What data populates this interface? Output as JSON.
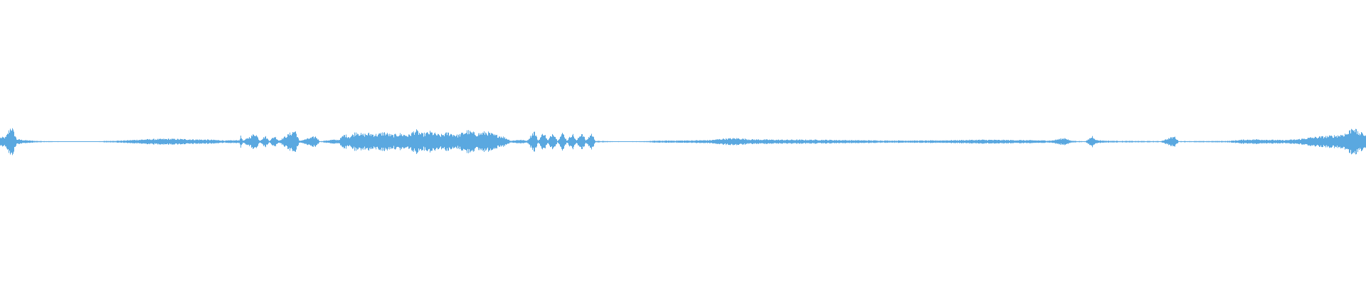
{
  "waveform": {
    "color": "#5aa8e0",
    "background": "#ffffff",
    "envelope": [
      [
        0.0,
        0.22
      ],
      [
        0.4,
        0.24
      ],
      [
        0.8,
        0.85
      ],
      [
        1.2,
        0.13
      ],
      [
        1.8,
        0.08
      ],
      [
        2.6,
        0.04
      ],
      [
        4.0,
        0.02
      ],
      [
        5.5,
        0.015
      ],
      [
        7.0,
        0.02
      ],
      [
        8.0,
        0.04
      ],
      [
        9.0,
        0.06
      ],
      [
        10.0,
        0.1
      ],
      [
        11.0,
        0.13
      ],
      [
        12.5,
        0.15
      ],
      [
        14.0,
        0.12
      ],
      [
        15.5,
        0.1
      ],
      [
        16.5,
        0.06
      ],
      [
        17.5,
        0.08
      ],
      [
        17.6,
        0.3
      ],
      [
        17.8,
        0.05
      ],
      [
        18.7,
        0.45
      ],
      [
        19.0,
        0.05
      ],
      [
        19.4,
        0.3
      ],
      [
        19.7,
        0.05
      ],
      [
        20.1,
        0.3
      ],
      [
        20.4,
        0.05
      ],
      [
        21.6,
        0.62
      ],
      [
        21.9,
        0.04
      ],
      [
        23.1,
        0.28
      ],
      [
        23.4,
        0.02
      ],
      [
        24.3,
        0.1
      ],
      [
        24.8,
        0.1
      ],
      [
        25.2,
        0.38
      ],
      [
        25.6,
        0.26
      ],
      [
        26.1,
        0.55
      ],
      [
        26.5,
        0.38
      ],
      [
        27.0,
        0.44
      ],
      [
        27.6,
        0.38
      ],
      [
        28.1,
        0.5
      ],
      [
        28.7,
        0.34
      ],
      [
        29.3,
        0.42
      ],
      [
        29.9,
        0.34
      ],
      [
        30.4,
        0.62
      ],
      [
        30.9,
        0.4
      ],
      [
        31.5,
        0.52
      ],
      [
        32.2,
        0.34
      ],
      [
        32.8,
        0.48
      ],
      [
        33.5,
        0.34
      ],
      [
        34.2,
        0.58
      ],
      [
        34.9,
        0.42
      ],
      [
        35.6,
        0.52
      ],
      [
        36.2,
        0.36
      ],
      [
        36.8,
        0.28
      ],
      [
        37.4,
        0.05
      ],
      [
        38.0,
        0.1
      ],
      [
        38.6,
        0.06
      ],
      [
        39.1,
        0.58
      ],
      [
        39.4,
        0.05
      ],
      [
        39.8,
        0.52
      ],
      [
        40.1,
        0.05
      ],
      [
        40.5,
        0.52
      ],
      [
        40.8,
        0.05
      ],
      [
        41.2,
        0.48
      ],
      [
        41.5,
        0.05
      ],
      [
        41.9,
        0.44
      ],
      [
        42.2,
        0.05
      ],
      [
        42.6,
        0.5
      ],
      [
        42.9,
        0.05
      ],
      [
        43.3,
        0.44
      ],
      [
        43.6,
        0.04
      ],
      [
        45.0,
        0.02
      ],
      [
        47.0,
        0.02
      ],
      [
        48.0,
        0.05
      ],
      [
        50.0,
        0.06
      ],
      [
        52.0,
        0.08
      ],
      [
        53.0,
        0.16
      ],
      [
        54.0,
        0.18
      ],
      [
        55.0,
        0.12
      ],
      [
        57.0,
        0.1
      ],
      [
        60.0,
        0.1
      ],
      [
        62.0,
        0.08
      ],
      [
        65.0,
        0.06
      ],
      [
        68.0,
        0.06
      ],
      [
        70.0,
        0.08
      ],
      [
        72.0,
        0.1
      ],
      [
        75.0,
        0.08
      ],
      [
        77.0,
        0.06
      ],
      [
        78.0,
        0.2
      ],
      [
        78.4,
        0.05
      ],
      [
        79.5,
        0.02
      ],
      [
        80.0,
        0.3
      ],
      [
        80.3,
        0.08
      ],
      [
        81.0,
        0.05
      ],
      [
        82.0,
        0.04
      ],
      [
        85.0,
        0.03
      ],
      [
        86.0,
        0.28
      ],
      [
        86.3,
        0.03
      ],
      [
        88.0,
        0.03
      ],
      [
        90.0,
        0.04
      ],
      [
        91.0,
        0.1
      ],
      [
        92.0,
        0.12
      ],
      [
        93.0,
        0.1
      ],
      [
        94.0,
        0.08
      ],
      [
        95.0,
        0.12
      ],
      [
        96.0,
        0.22
      ],
      [
        97.0,
        0.28
      ],
      [
        98.0,
        0.34
      ],
      [
        98.7,
        0.46
      ],
      [
        99.1,
        0.85
      ],
      [
        99.4,
        0.5
      ],
      [
        100.0,
        0.4
      ]
    ]
  }
}
